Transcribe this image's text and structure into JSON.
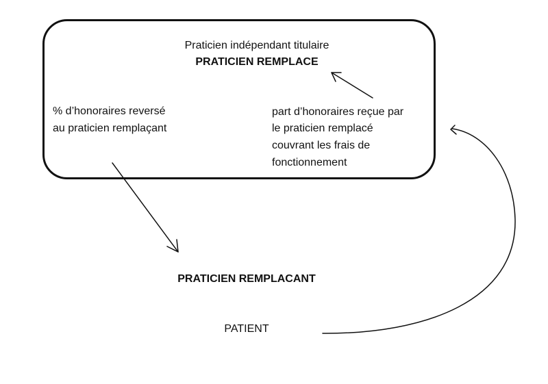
{
  "remplace_block": {
    "title_line1": "Praticien indépendant titulaire",
    "title_line2": "PRATICIEN REMPLACE",
    "left_note": [
      "% d’honoraires reversé",
      "au praticien remplaçant"
    ],
    "right_note": [
      "part d’honoraires reçue par",
      "le praticien remplacé",
      "couvrant les frais de",
      "fonctionnement"
    ]
  },
  "remplacant_label": "PRATICIEN REMPLACANT",
  "patient_label": "PATIENT"
}
